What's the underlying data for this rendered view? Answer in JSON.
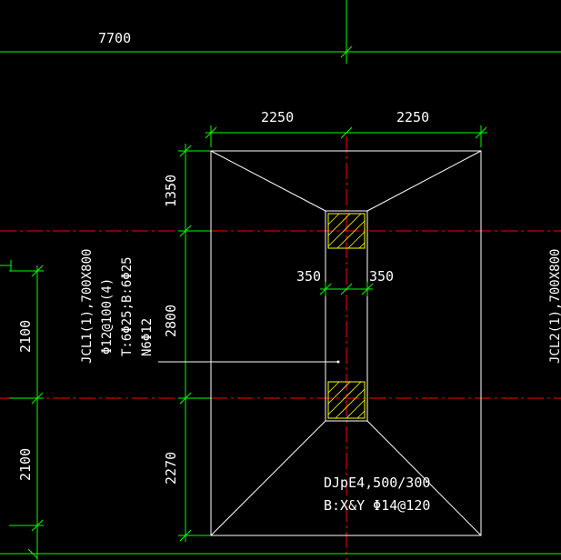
{
  "colors": {
    "background": "#000000",
    "dimension_line": "#00ff00",
    "axis_line": "#ff0000",
    "outline": "#ffffff",
    "column": "#ffff00"
  },
  "dimensions": {
    "top_overall": "7700",
    "top_left_half": "2250",
    "top_right_half": "2250",
    "column_left": "350",
    "column_right": "350",
    "left_upper": "1350",
    "left_middle": "2800",
    "left_lower": "2270",
    "far_left_upper": "2100",
    "far_left_lower": "2100"
  },
  "beam_label": {
    "line1": "JCL1(1),700X800",
    "line2": "Φ12@100(4)",
    "line3": "T:6Φ25;B:6Φ25",
    "line4": "N6Φ12"
  },
  "right_beam_label": "JCL2(1),700X800",
  "foundation_label": {
    "line1": "DJpE4,500/300",
    "line2": "B:X&Y Φ14@120"
  }
}
